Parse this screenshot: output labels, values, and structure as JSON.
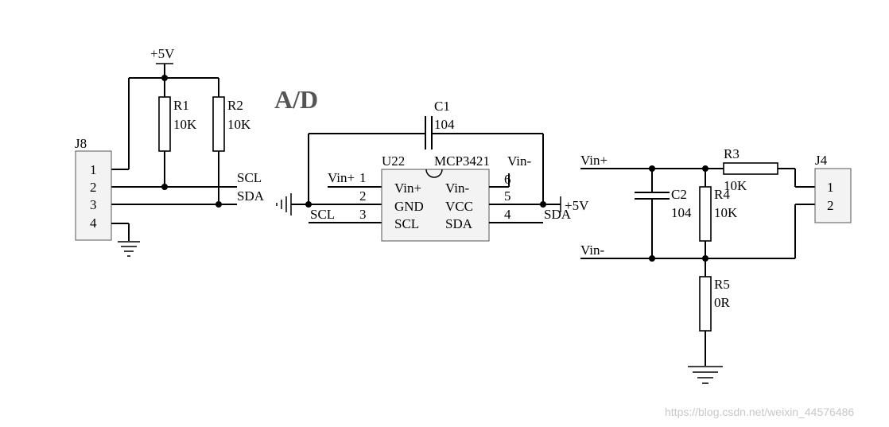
{
  "title": "A/D",
  "watermark": "https://blog.csdn.net/weixin_44576486",
  "power": {
    "vcc_top": "+5V",
    "vcc_right": "+5V"
  },
  "j8": {
    "ref": "J8",
    "pins": [
      "1",
      "2",
      "3",
      "4"
    ]
  },
  "r1": {
    "ref": "R1",
    "value": "10K"
  },
  "r2": {
    "ref": "R2",
    "value": "10K"
  },
  "nets_left": {
    "scl": "SCL",
    "sda": "SDA"
  },
  "c1": {
    "ref": "C1",
    "value": "104"
  },
  "u22": {
    "ref": "U22",
    "part": "MCP3421",
    "left_pins": [
      "Vin+",
      "GND",
      "SCL"
    ],
    "right_pins": [
      "Vin-",
      "VCC",
      "SDA"
    ],
    "left_nums": [
      "1",
      "2",
      "3"
    ],
    "right_nums": [
      "6",
      "5",
      "4"
    ]
  },
  "u22_nets": {
    "vin_plus": "Vin+",
    "scl": "SCL",
    "vin_minus": "Vin-",
    "sda": "SDA"
  },
  "inputs": {
    "vin_plus": "Vin+",
    "vin_minus": "Vin-"
  },
  "c2": {
    "ref": "C2",
    "value": "104"
  },
  "r3": {
    "ref": "R3",
    "value": "10K"
  },
  "r4": {
    "ref": "R4",
    "value": "10K"
  },
  "r5": {
    "ref": "R5",
    "value": "0R"
  },
  "j4": {
    "ref": "J4",
    "pins": [
      "1",
      "2"
    ]
  }
}
